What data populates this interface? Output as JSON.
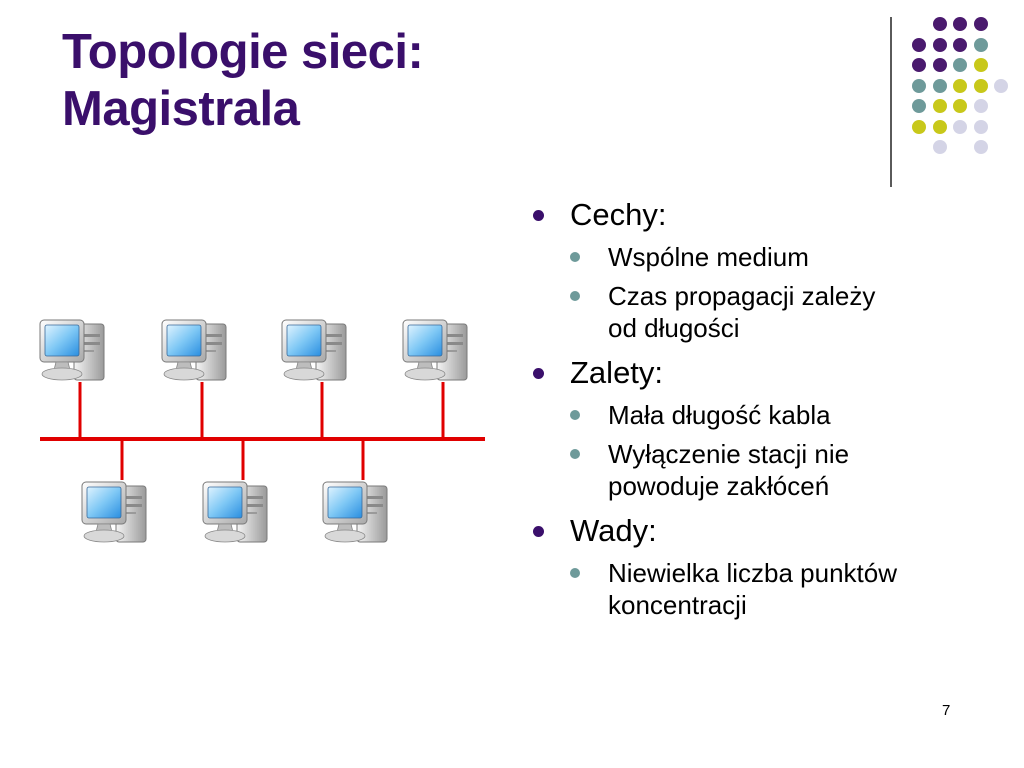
{
  "title": {
    "line1": "Topologie sieci:",
    "line2": "Magistrala"
  },
  "colors": {
    "title": "#3a0f6b",
    "purple": "#4a1a6e",
    "teal": "#6e9a9a",
    "yellow": "#c8c81a",
    "lavender": "#d4d4e6",
    "bus_line": "#e00000",
    "bullet_l1": "#3a0f6b",
    "bullet_l2": "#6e9a9a"
  },
  "bullets": [
    {
      "label": "Cechy:",
      "items": [
        {
          "lines": [
            "Wspólne medium"
          ]
        },
        {
          "lines": [
            "Czas propagacji zależy",
            "od długości"
          ]
        }
      ]
    },
    {
      "label": "Zalety:",
      "items": [
        {
          "lines": [
            "Mała długość kabla"
          ]
        },
        {
          "lines": [
            "Wyłączenie stacji nie",
            "powoduje zakłóceń"
          ]
        }
      ]
    },
    {
      "label": "Wady:",
      "items": [
        {
          "lines": [
            "Niewielka liczba punktów",
            "koncentracji"
          ]
        }
      ]
    }
  ],
  "page_number": "7"
}
